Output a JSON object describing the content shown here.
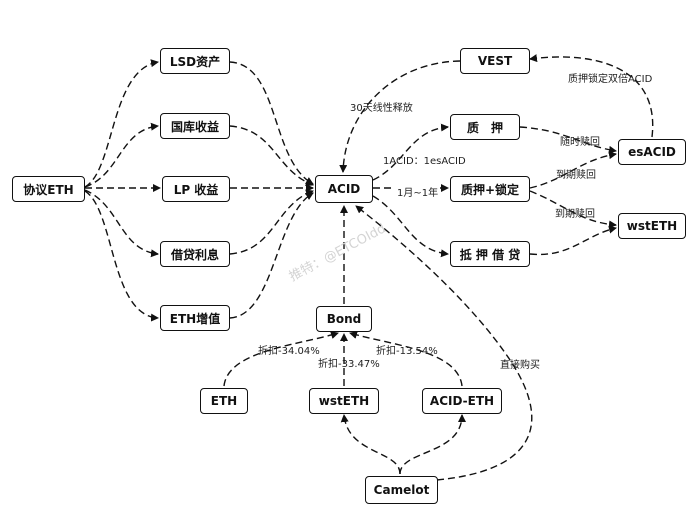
{
  "nodes": {
    "protocol_eth": "协议ETH",
    "lsd": "LSD资产",
    "treasury": "国库收益",
    "lp": "LP 收益",
    "lending": "借贷利息",
    "eth_growth": "ETH增值",
    "acid": "ACID",
    "vest": "VEST",
    "pledge": "质　押",
    "pledge_lock": "质押+锁定",
    "collateral": "抵 押 借 贷",
    "esacid": "esACID",
    "wsteth_right": "wstETH",
    "bond": "Bond",
    "eth": "ETH",
    "wsteth_bottom": "wstETH",
    "acid_eth": "ACID-ETH",
    "camelot": "Camelot"
  },
  "labels": {
    "linear_release": "30天线性释放",
    "double_acid": "质押锁定双倍ACID",
    "ratio": "1ACID：1esACID",
    "term": "1月~1年",
    "redeem_anytime": "随时赎回",
    "redeem_maturity_1": "到期赎回",
    "redeem_maturity_2": "到期赎回",
    "discount_eth": "折扣-34.04%",
    "discount_wsteth": "折扣-33.47%",
    "discount_acideth": "折扣-13.54%",
    "direct_buy": "直接购买"
  },
  "watermark": "推特：@ETCOIdd"
}
